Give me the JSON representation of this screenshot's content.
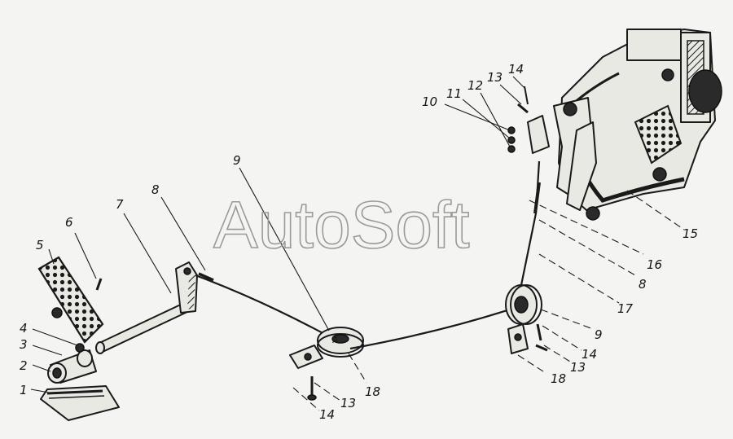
{
  "watermark": "AutoSoft",
  "callouts": {
    "c1": "1",
    "c2": "2",
    "c3": "3",
    "c4": "4",
    "c5": "5",
    "c6": "6",
    "c7": "7",
    "c8a": "8",
    "c8b": "8",
    "c9a": "9",
    "c9b": "9",
    "c10": "10",
    "c11": "11",
    "c12": "12",
    "c13a": "13",
    "c13b": "13",
    "c13c": "13",
    "c14a": "14",
    "c14b": "14",
    "c14c": "14",
    "c15": "15",
    "c16": "16",
    "c17": "17",
    "c18a": "18",
    "c18b": "18"
  }
}
